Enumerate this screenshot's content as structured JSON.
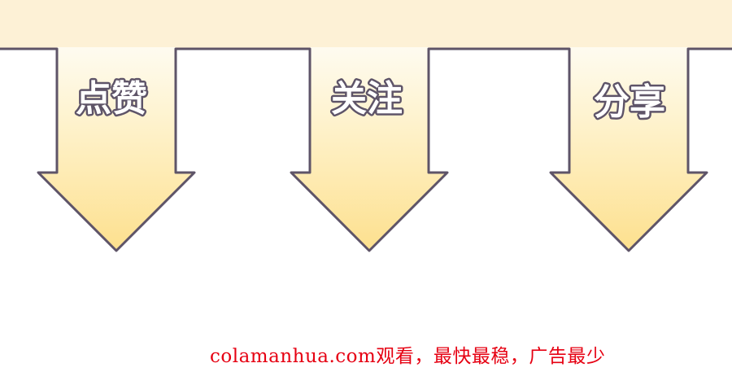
{
  "colors": {
    "banner": "#fdf1d6",
    "arrow_top": "#fefbf0",
    "arrow_bottom": "#fde08e",
    "outline": "#5e5468",
    "watermark": "#e60012"
  },
  "arrows": [
    {
      "label": "点赞",
      "icon": "like-arrow-icon"
    },
    {
      "label": "关注",
      "icon": "follow-arrow-icon"
    },
    {
      "label": "分享",
      "icon": "share-arrow-icon"
    }
  ],
  "watermark": {
    "text": "colamanhua.com观看，最快最稳，广告最少"
  }
}
